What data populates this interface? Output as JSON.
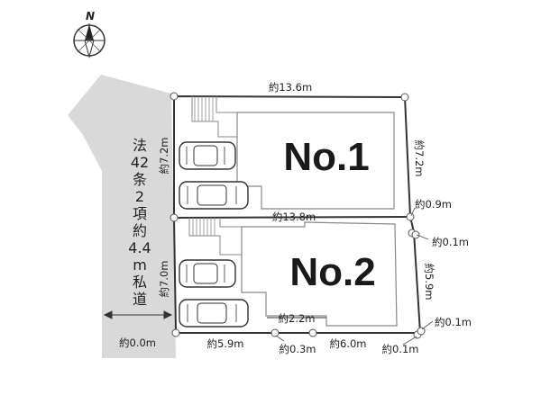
{
  "north": {
    "letter": "N"
  },
  "lots": [
    {
      "id": "lot1",
      "label": "No.1"
    },
    {
      "id": "lot2",
      "label": "No.2"
    }
  ],
  "road": {
    "lines": [
      "法",
      "42",
      "条",
      "2",
      "項",
      "約",
      "4.4",
      "m",
      "私",
      "道"
    ]
  },
  "dimensions": {
    "top": "約13.6m",
    "lot1_left": "約7.2m",
    "lot1_right": "約7.2m",
    "middle": "約13.8m",
    "right_offset_a": "約0.9m",
    "right_offset_b": "約0.1m",
    "lot2_left": "約7.0m",
    "lot2_right": "約5.9m",
    "inner": "約2.2m",
    "right_offset_c": "約0.1m",
    "bottom_left": "約0.0m",
    "bottom_a": "約5.9m",
    "bottom_b": "約0.3m",
    "bottom_c": "約6.0m",
    "bottom_d": "約0.1m"
  },
  "colors": {
    "road_fill": "#d8d8d8",
    "lot_outline": "#333333",
    "building_outline": "#777777"
  }
}
